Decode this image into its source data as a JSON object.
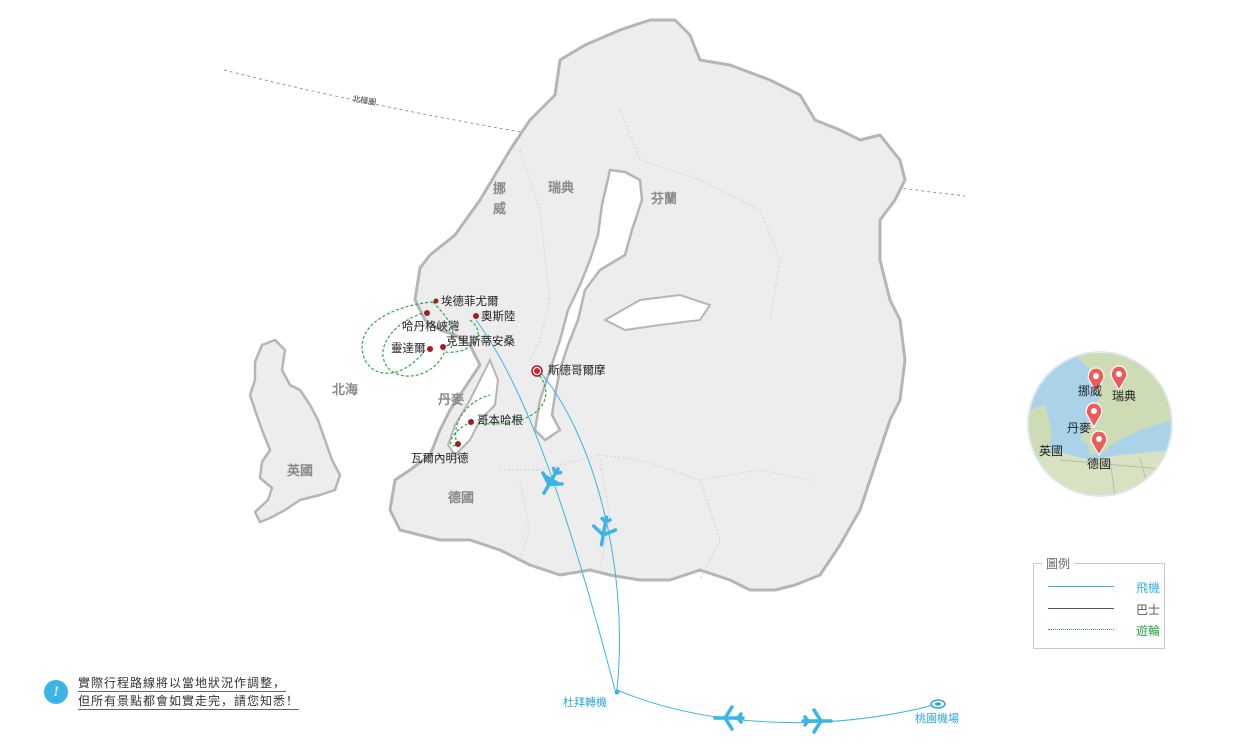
{
  "arctic": "北極圈",
  "regions": {
    "norway": "挪威",
    "sweden": "瑞典",
    "finland": "芬蘭",
    "north_sea": "北海",
    "denmark": "丹麥",
    "uk": "英國",
    "germany": "德國"
  },
  "cities": {
    "eidfjord": "埃德菲尤爾",
    "hardanger": "哈丹格峽灣",
    "oslo": "奧斯陸",
    "geiranger": "靈達爾",
    "kristiansand": "克里斯蒂安桑",
    "stockholm": "斯德哥爾摩",
    "copenhagen": "哥本哈根",
    "warnemunde": "瓦爾內明德"
  },
  "airports": {
    "dubai": "杜拜轉機",
    "taoyuan": "桃園機場"
  },
  "inset": {
    "norway": "挪威",
    "sweden": "瑞典",
    "denmark": "丹麥",
    "uk": "英國",
    "germany": "德國"
  },
  "legend": {
    "title": "圖例",
    "plane": "飛機",
    "bus": "巴士",
    "cruise": "遊輪"
  },
  "colors": {
    "plane": "#3cb4e6",
    "bus": "#555555",
    "cruise": "#2fa84f",
    "land": "#e8e8e8",
    "border": "#cccccc",
    "city": "#a31d24"
  },
  "note": {
    "line1": "實際行程路線將以當地狀況作調整，",
    "line2": "但所有景點都會如實走完，請您知悉！"
  }
}
